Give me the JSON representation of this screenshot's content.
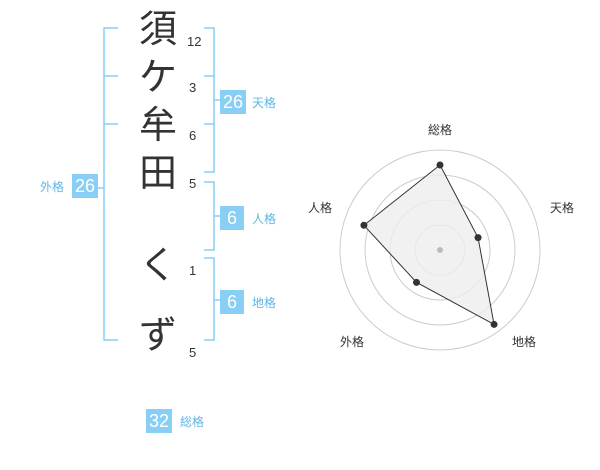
{
  "name_chars": [
    "須",
    "ケ",
    "牟",
    "田",
    "く",
    "ず"
  ],
  "strokes": [
    "12",
    "3",
    "6",
    "5",
    "1",
    "5"
  ],
  "kaku": {
    "tenkaku": {
      "value": "26",
      "label": "天格"
    },
    "jinkaku": {
      "value": "6",
      "label": "人格"
    },
    "chikaku": {
      "value": "6",
      "label": "地格"
    },
    "gaikaku": {
      "value": "26",
      "label": "外格"
    },
    "soukaku": {
      "value": "32",
      "label": "総格"
    }
  },
  "radar": {
    "labels": {
      "soukaku": "総格",
      "tenkaku": "天格",
      "chikaku": "地格",
      "gaikaku": "外格",
      "jinkaku": "人格"
    },
    "values": {
      "soukaku": 0.85,
      "tenkaku": 0.4,
      "chikaku": 0.92,
      "gaikaku": 0.4,
      "jinkaku": 0.8
    },
    "rings": 4,
    "colors": {
      "fill": "#eeeeee",
      "stroke": "#333333",
      "grid": "#cccccc",
      "center": "#bbbbbb"
    }
  },
  "colors": {
    "accent": "#89CFF5",
    "bracket": "#89CFF5",
    "text": "#333333"
  }
}
